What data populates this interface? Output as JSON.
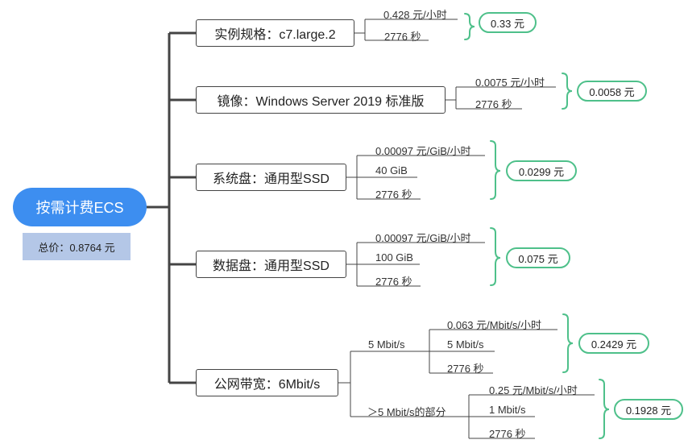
{
  "root": {
    "label": "按需计费ECS",
    "total": "总价：0.8764 元"
  },
  "specs": {
    "label": "实例规格：c7.large.2",
    "items": [
      "0.428 元/小时",
      "2776 秒"
    ],
    "result": "0.33 元"
  },
  "image": {
    "label": "镜像：Windows Server 2019 标准版",
    "items": [
      "0.0075 元/小时",
      "2776 秒"
    ],
    "result": "0.0058 元"
  },
  "sysdisk": {
    "label": "系统盘：通用型SSD",
    "items": [
      "0.00097 元/GiB/小时",
      "40 GiB",
      "2776 秒"
    ],
    "result": "0.0299 元"
  },
  "datadisk": {
    "label": "数据盘：通用型SSD",
    "items": [
      "0.00097 元/GiB/小时",
      "100 GiB",
      "2776 秒"
    ],
    "result": "0.075 元"
  },
  "bandwidth": {
    "label": "公网带宽：6Mbit/s",
    "tier1": {
      "label": "5 Mbit/s",
      "items": [
        "0.063 元/Mbit/s/小时",
        "5 Mbit/s",
        "2776 秒"
      ],
      "result": "0.2429 元"
    },
    "tier2": {
      "label": "＞5 Mbit/s的部分",
      "items": [
        "0.25 元/Mbit/s/小时",
        "1 Mbit/s",
        "2776 秒"
      ],
      "result": "0.1928 元"
    }
  },
  "colors": {
    "root_fill": "#3d8ef0",
    "total_fill": "#b4c7e7",
    "bracket": "#4ec08a",
    "line": "#444444"
  }
}
